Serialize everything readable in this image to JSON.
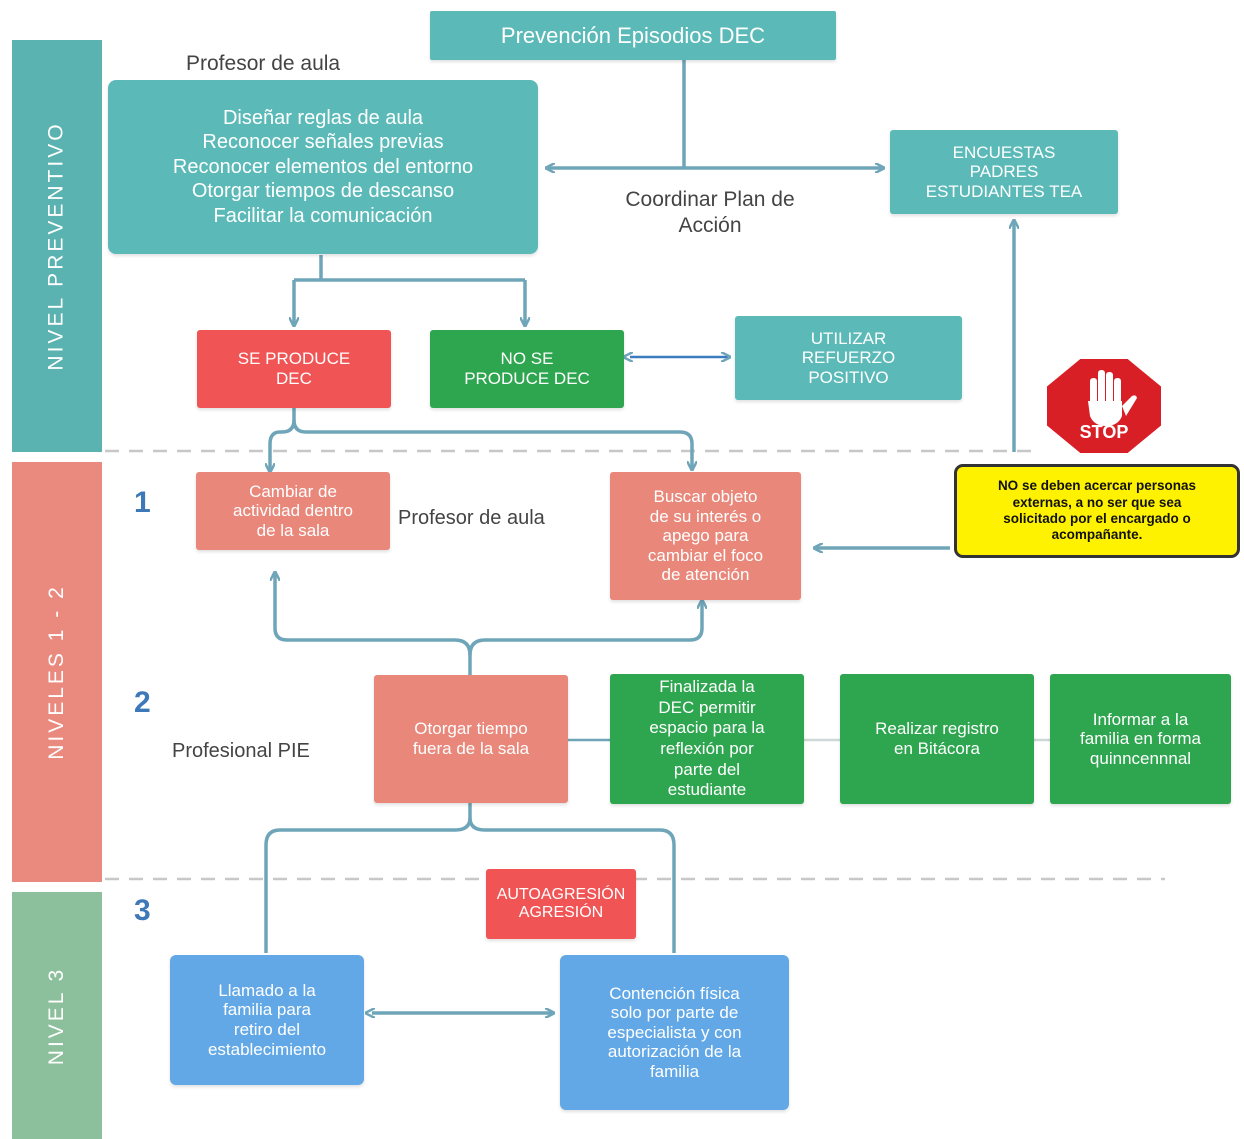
{
  "title": "Prevención Episodios DEC",
  "levels": {
    "preventivo": "NIVEL PREVENTIVO",
    "niveles12": "NIVELES 1 - 2",
    "nivel3": "NIVEL 3"
  },
  "numbers": {
    "n1": "1",
    "n2": "2",
    "n3": "3"
  },
  "labels": {
    "profesor_aula_top": "Profesor de aula",
    "coordinar": "Coordinar Plan de\nAcción",
    "profesor_aula_mid": "Profesor de aula",
    "profesional_pie": "Profesional PIE"
  },
  "boxes": {
    "acciones_aula": "Diseñar reglas de aula\nReconocer señales previas\nReconocer elementos del entorno\nOtorgar tiempos de descanso\nFacilitar la comunicación",
    "encuestas": "ENCUESTAS\nPADRES\nESTUDIANTES TEA",
    "se_produce": "SE PRODUCE\nDEC",
    "no_se_produce": "NO SE\nPRODUCE DEC",
    "refuerzo": "UTILIZAR\nREFUERZO\nPOSITIVO",
    "cambiar_actividad": "Cambiar de\nactividad dentro\nde la sala",
    "buscar_objeto": "Buscar objeto\nde su interés o\napego para\ncambiar el foco\nde atención",
    "otorgar_tiempo": "Otorgar tiempo\nfuera de la sala",
    "finalizada": "Finalizada la\nDEC permitir\nespacio para la\nreflexión por\nparte del\nestudiante",
    "registro": "Realizar registro\nen Bitácora",
    "informar": "Informar a la\nfamilia en forma\nquinncennnal",
    "autoagresion": "AUTOAGRESIÓN\nAGRESIÓN",
    "llamado": "Llamado a la\nfamilia para\nretiro del\nestablecimiento",
    "contencion": "Contención física\nsolo por parte de\nespecialista y con\nautorización de la\nfamilia"
  },
  "notice": "NO se deben acercar personas\nexternas, a no ser que sea\nsolicitado por el encargado o\nacompañante.",
  "stop_sign": {
    "text": "STOP",
    "icon": "stop-hand-icon"
  },
  "colors": {
    "teal": "#5bbab8",
    "red": "#f05454",
    "green": "#2ea64f",
    "salmon": "#e8877a",
    "blue": "#62a8e6",
    "band_teal": "#5ab3b1",
    "band_salmon": "#ea8a7f",
    "band_green": "#8cbf9b",
    "notice_bg": "#fff200",
    "arrow": "#6fa5b9"
  }
}
